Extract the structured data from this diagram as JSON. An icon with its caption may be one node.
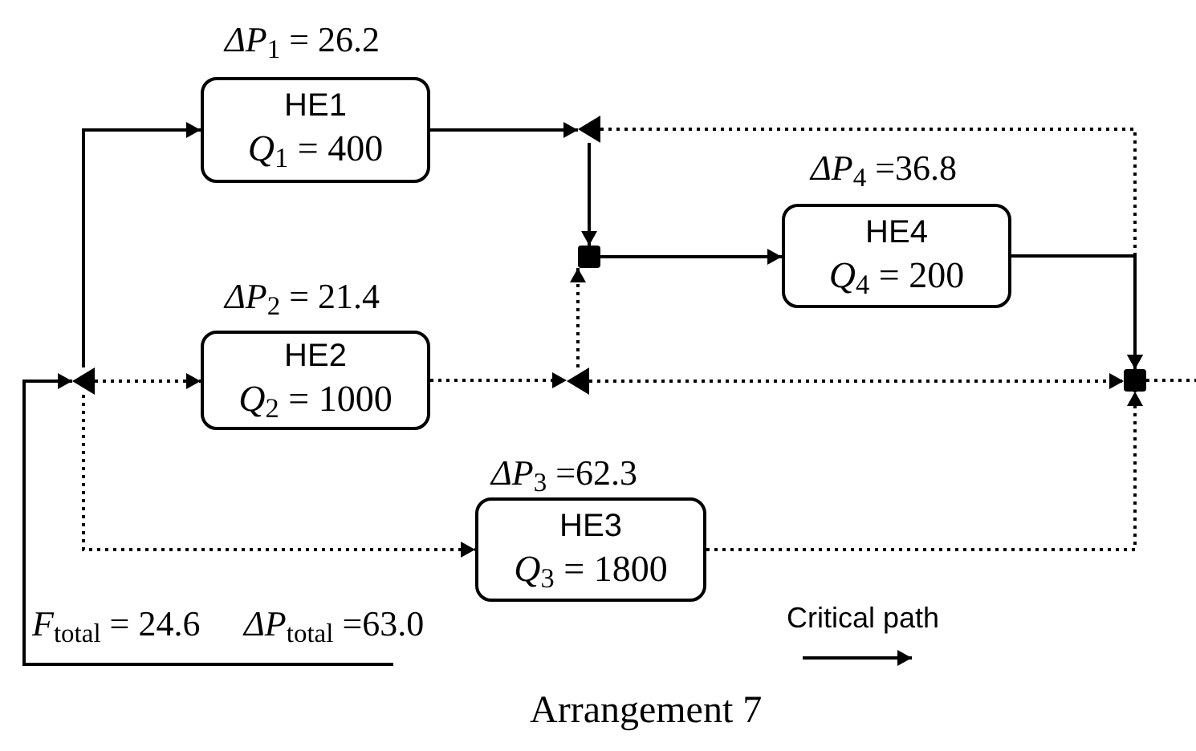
{
  "diagram": {
    "caption": "Arrangement 7",
    "nodes": [
      {
        "text": [
          "HE1",
          "*Q*$_{1}$ = 400"
        ],
        "beside": [
          "*ΔP*$_{1}$ = 26.2"
        ]
      },
      {
        "text": [],
        "shape": "triangle"
      },
      {
        "text": [],
        "shape": "box"
      },
      {
        "text": [
          "HE4",
          "*Q*$_{4}$ = 200"
        ],
        "beside": [
          "*ΔP*$_{4}$ =36.8"
        ]
      },
      {
        "text": [],
        "shape": "triangle"
      },
      {
        "text": [
          "HE2",
          "*Q*$_{2}$ = 1000"
        ],
        "beside": [
          "*ΔP*$_{2}$ = 21.4"
        ]
      },
      {
        "text": [],
        "shape": "triangle"
      },
      {
        "text": [],
        "shape": "box"
      },
      {
        "text": [
          "HE3",
          "*Q*$_{3}$ = 1800"
        ],
        "beside": [
          "*ΔP*$_{3}$ =62.3"
        ]
      }
    ],
    "edges": [
      {
        "from": null,
        "to": 4,
        "arrow": "to"
      },
      {
        "from": 4,
        "to": 0,
        "arrow": "to"
      },
      {
        "from": 4,
        "to": 5,
        "arrow": "to",
        "style": "dashed"
      },
      {
        "from": 4,
        "to": 8,
        "arrow": "to",
        "style": "dashed"
      },
      {
        "from": 0,
        "to": 1,
        "arrow": "to"
      },
      {
        "from": 1,
        "to": 2,
        "arrow": "to"
      },
      {
        "from": 1,
        "to": 7,
        "arrow": "to",
        "style": "dashed"
      },
      {
        "from": 2,
        "to": 3,
        "arrow": "to"
      },
      {
        "from": 3,
        "to": 7,
        "arrow": "to"
      },
      {
        "from": 5,
        "to": 6,
        "arrow": "to",
        "style": "dashed"
      },
      {
        "from": 6,
        "to": 2,
        "arrow": "to",
        "style": "dashed"
      },
      {
        "from": 6,
        "to": 7,
        "arrow": "to",
        "style": "dashed"
      },
      {
        "from": 8,
        "to": 7,
        "arrow": "to",
        "style": "dashed"
      },
      {
        "from": 7,
        "to": null,
        "arrow": "none",
        "style": "dashed"
      }
    ],
    "labels": [
      "*F*$_{total}$ = 24.6",
      "*ΔP*$_{total}$ =63.0"
    ],
    "legend": [
      {
        "text": "Critical path"
      }
    ]
  }
}
